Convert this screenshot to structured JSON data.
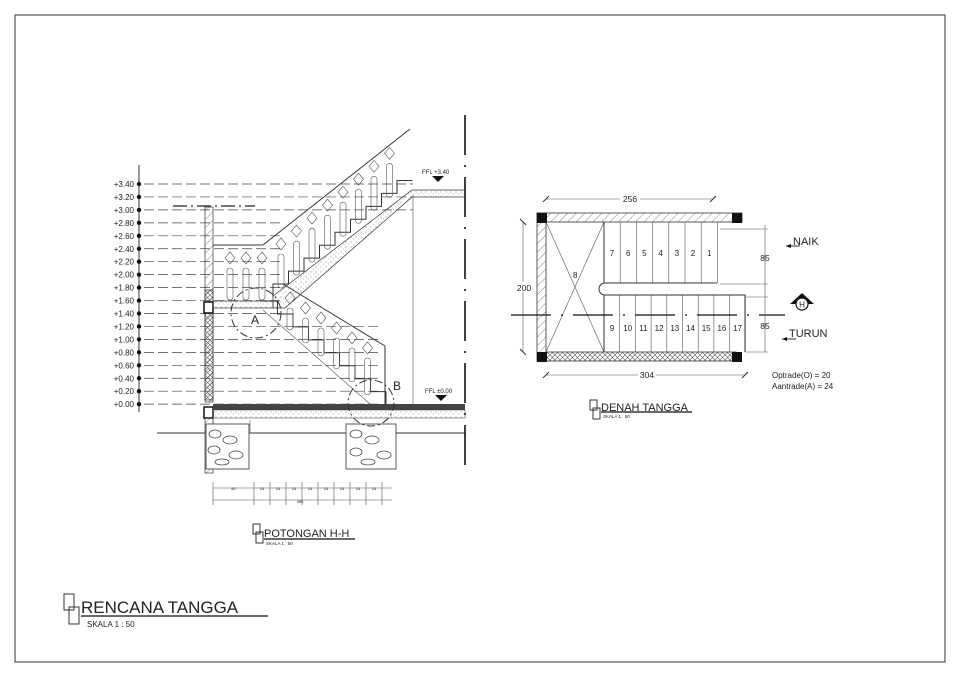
{
  "section": {
    "levels": [
      "+3.40",
      "+3.20",
      "+3.00",
      "+2.80",
      "+2.60",
      "+2.40",
      "+2.20",
      "+2.00",
      "+1.80",
      "+1.60",
      "+1.40",
      "+1.20",
      "+1.00",
      "+0.80",
      "+0.60",
      "+0.40",
      "+0.20",
      "+0.00"
    ],
    "ffl_top": "FFL +3.40",
    "ffl_bottom": "FFL ±0.00",
    "detail_a": "A",
    "detail_b": "B",
    "dims": [
      "80",
      "24",
      "24",
      "24",
      "24",
      "24",
      "24",
      "24",
      "24"
    ],
    "dim_total": "380",
    "title": "POTONGAN H-H",
    "scale": "SKALA 1 : 50"
  },
  "plan": {
    "width_top": "256",
    "width_bottom": "304",
    "height": "200",
    "flight_up": "85",
    "flight_down": "85",
    "landing": "8",
    "steps_up": [
      "7",
      "6",
      "5",
      "4",
      "3",
      "2",
      "1"
    ],
    "steps_down": [
      "9",
      "10",
      "11",
      "12",
      "13",
      "14",
      "15",
      "16",
      "17"
    ],
    "naik": "NAIK",
    "turun": "TURUN",
    "section_mark": "H",
    "optrade": "Optrade(O) = 20",
    "aantrade": "Aantrade(A) = 24",
    "title": "DENAH TANGGA",
    "scale": "SKALA 1 : 50"
  },
  "sheet": {
    "title": "RENCANA TANGGA",
    "scale": "SKALA 1 : 50"
  }
}
